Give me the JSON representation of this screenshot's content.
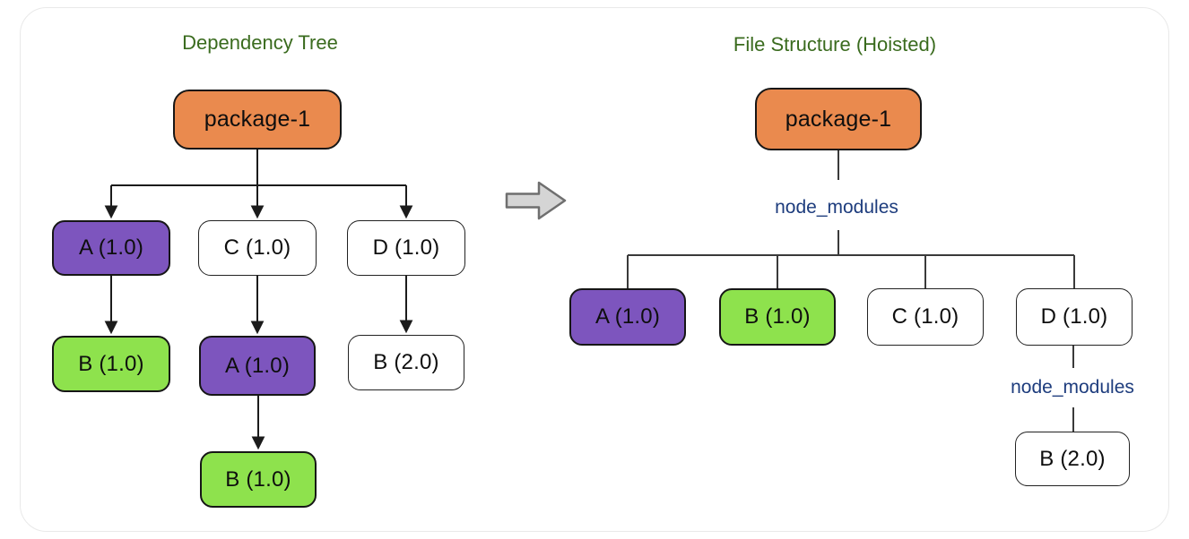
{
  "colors": {
    "title_green": "#3a6b1e",
    "label_blue": "#1d3c7d",
    "node_orange": "#ea8a4e",
    "node_purple": "#7d55be",
    "node_green": "#8ee24d",
    "node_white": "#ffffff",
    "line_black": "#1b1b1b",
    "line_gray": "#3a3a3a",
    "big_arrow_fill": "#d5d5d5",
    "big_arrow_stroke": "#6f6f6f",
    "card_border": "#e9e9e9"
  },
  "left_tree": {
    "title": "Dependency Tree",
    "nodes": [
      {
        "id": "L_pkg",
        "label": "package-1",
        "color": "orange"
      },
      {
        "id": "L_A",
        "label": "A (1.0)",
        "color": "purple"
      },
      {
        "id": "L_C",
        "label": "C (1.0)",
        "color": "white"
      },
      {
        "id": "L_D",
        "label": "D (1.0)",
        "color": "white"
      },
      {
        "id": "L_B1",
        "label": "B (1.0)",
        "color": "green"
      },
      {
        "id": "L_A2",
        "label": "A (1.0)",
        "color": "purple"
      },
      {
        "id": "L_B2",
        "label": "B (2.0)",
        "color": "white"
      },
      {
        "id": "L_B3",
        "label": "B (1.0)",
        "color": "green"
      }
    ],
    "edges": [
      [
        "L_pkg",
        "L_A"
      ],
      [
        "L_pkg",
        "L_C"
      ],
      [
        "L_pkg",
        "L_D"
      ],
      [
        "L_A",
        "L_B1"
      ],
      [
        "L_C",
        "L_A2"
      ],
      [
        "L_D",
        "L_B2"
      ],
      [
        "L_A2",
        "L_B3"
      ]
    ]
  },
  "right_tree": {
    "title": "File Structure (Hoisted)",
    "root_folder_label": "node_modules",
    "nested_folder_label": "node_modules",
    "nodes": [
      {
        "id": "R_pkg",
        "label": "package-1",
        "color": "orange"
      },
      {
        "id": "R_A",
        "label": "A (1.0)",
        "color": "purple"
      },
      {
        "id": "R_B",
        "label": "B (1.0)",
        "color": "green"
      },
      {
        "id": "R_C",
        "label": "C (1.0)",
        "color": "white"
      },
      {
        "id": "R_D",
        "label": "D (1.0)",
        "color": "white"
      },
      {
        "id": "R_B2",
        "label": "B (2.0)",
        "color": "white"
      }
    ],
    "edges": [
      [
        "R_pkg",
        "node_modules"
      ],
      [
        "node_modules",
        "R_A"
      ],
      [
        "node_modules",
        "R_B"
      ],
      [
        "node_modules",
        "R_C"
      ],
      [
        "node_modules",
        "R_D"
      ],
      [
        "R_D",
        "node_modules_nested"
      ],
      [
        "node_modules_nested",
        "R_B2"
      ]
    ]
  }
}
